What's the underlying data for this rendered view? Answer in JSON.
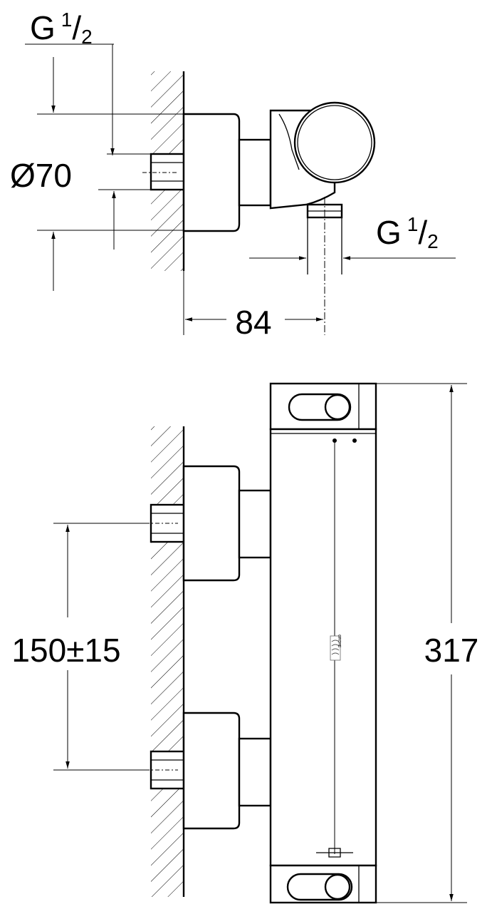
{
  "top_view": {
    "inlet_thread": {
      "main": "G",
      "num": "1",
      "den": "2"
    },
    "diameter_label": "Ø70",
    "outlet_thread": {
      "main": "G",
      "num": "1",
      "den": "2"
    },
    "depth_label": "84"
  },
  "front_view": {
    "spacing_label": "150±15",
    "height_label": "317",
    "logo_text": "GROHE"
  }
}
